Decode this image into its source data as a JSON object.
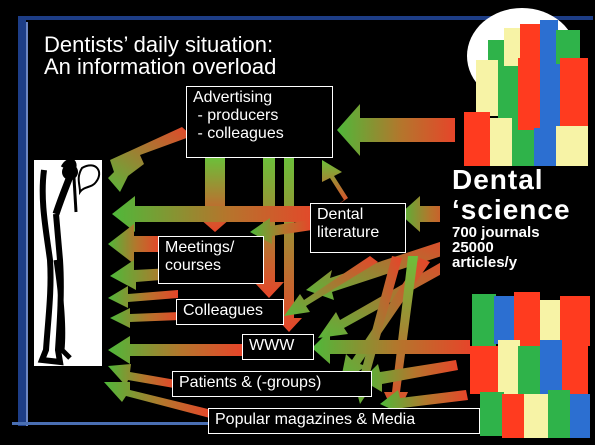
{
  "slide": {
    "title_line1": "Dentists’ daily situation:",
    "title_line2": "An information overload",
    "sources": {
      "advertising": [
        "Advertising",
        " - producers",
        " - colleagues"
      ],
      "dental_literature": [
        "Dental",
        "literature"
      ],
      "meetings": [
        "Meetings/",
        "courses"
      ],
      "colleagues": "Colleagues",
      "www": "WWW",
      "patients": "Patients & (-groups)",
      "magazines": "Popular magazines & Media"
    },
    "science": {
      "title1": "Dental",
      "title2": "‘science",
      "stat1": "700 journals",
      "stat2": "25000",
      "stat3": "articles/y"
    },
    "colors": {
      "background": "#000000",
      "arrow_from": "#e6452a",
      "arrow_to": "#4fb83a",
      "journal_colors": [
        "#2fb34a",
        "#ff3b1f",
        "#f7f3a6",
        "#2c6fd1"
      ]
    }
  }
}
